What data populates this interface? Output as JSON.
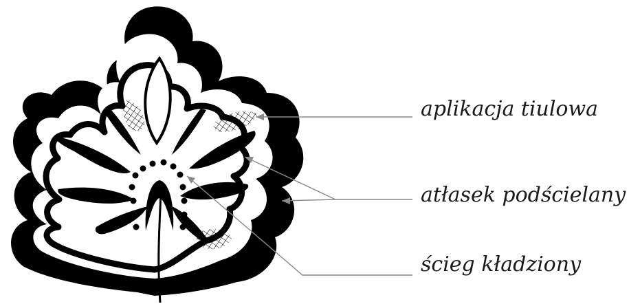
{
  "labels": {
    "tulle_applique": "aplikacja tiulowa",
    "padded_satin": "atłasek podścielany",
    "laid_stitch": "ścieg kładziony"
  },
  "colors": {
    "ink": "#000000",
    "leader_line": "#8a8a8a",
    "background": "#ffffff"
  }
}
